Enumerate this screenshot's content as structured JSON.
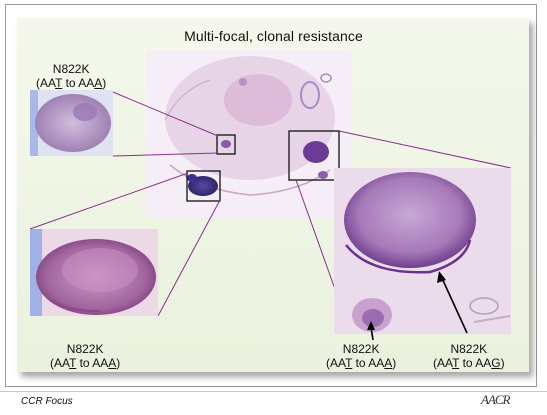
{
  "figure": {
    "title": "Multi-focal, clonal resistance",
    "callouts": [
      {
        "mutation": "N822K",
        "codon_pre": "(AA",
        "codon_mid1": "T",
        "codon_to": " to AA",
        "codon_mid2": "A",
        "codon_post": ")"
      },
      {
        "mutation": "N822K",
        "codon_pre": "(AA",
        "codon_mid1": "T",
        "codon_to": " to AA",
        "codon_mid2": "A",
        "codon_post": ")"
      },
      {
        "mutation": "N822K",
        "codon_pre": "(AA",
        "codon_mid1": "T",
        "codon_to": " to AA",
        "codon_mid2": "A",
        "codon_post": ")"
      },
      {
        "mutation": "N822K",
        "codon_pre": "(AA",
        "codon_mid1": "T",
        "codon_to": " to AA",
        "codon_mid2": "G",
        "codon_post": ")"
      }
    ],
    "colors": {
      "connector": "#8a2f8a",
      "tissue_pink": "#e2c3dc",
      "tumor_purple": "#7a4aa0",
      "tumor_dark": "#3b2f7a",
      "panel_bg": "#eef3e2"
    }
  },
  "footer": {
    "journal": "CCR Focus",
    "logo": "AACR"
  }
}
